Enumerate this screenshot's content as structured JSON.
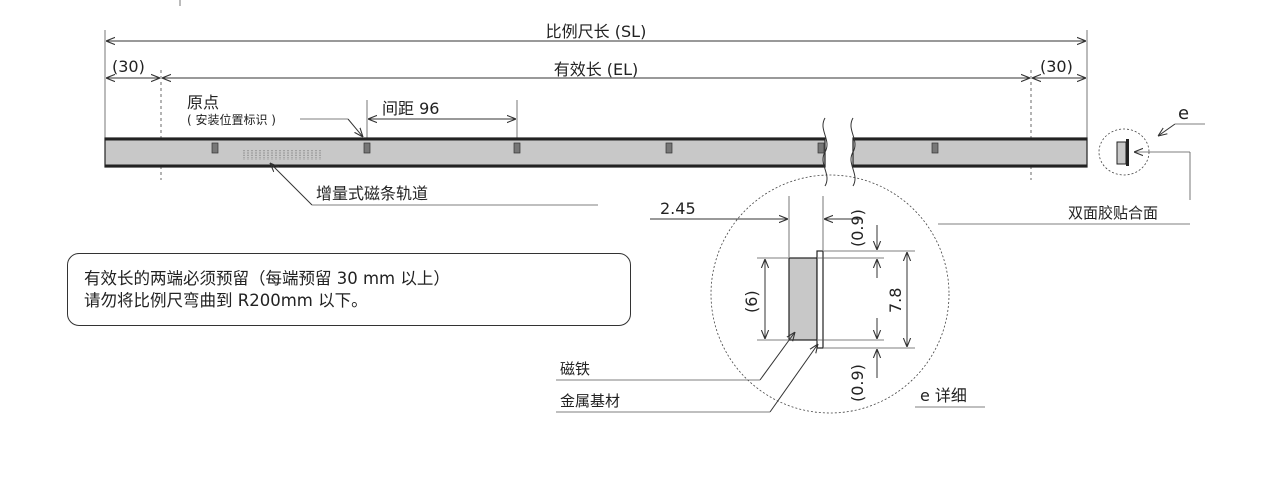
{
  "labels": {
    "scale_length": "比例尺长 (SL)",
    "margin_left": "(30)",
    "margin_right": "(30)",
    "effective_length": "有效长 (EL)",
    "origin": "原点",
    "origin_sub": "( 安装位置标识 )",
    "pitch": "间距 96",
    "tape_name": "增量式磁条轨道",
    "detail_marker": "e",
    "double_sided_tape": "双面胶贴合面",
    "thickness_total": "2.45",
    "dim_top": "(0.9)",
    "dim_bottom": "(0.9)",
    "dim_magnet_height": "(6)",
    "dim_total_height": "7.8",
    "magnet": "磁铁",
    "metal_base": "金属基材",
    "detail_title": "e 详细"
  },
  "note": {
    "line1": "有效长的两端必须预留（每端预留 30 mm 以上）",
    "line2": "请勿将比例尺弯曲到 R200mm 以下。"
  }
}
